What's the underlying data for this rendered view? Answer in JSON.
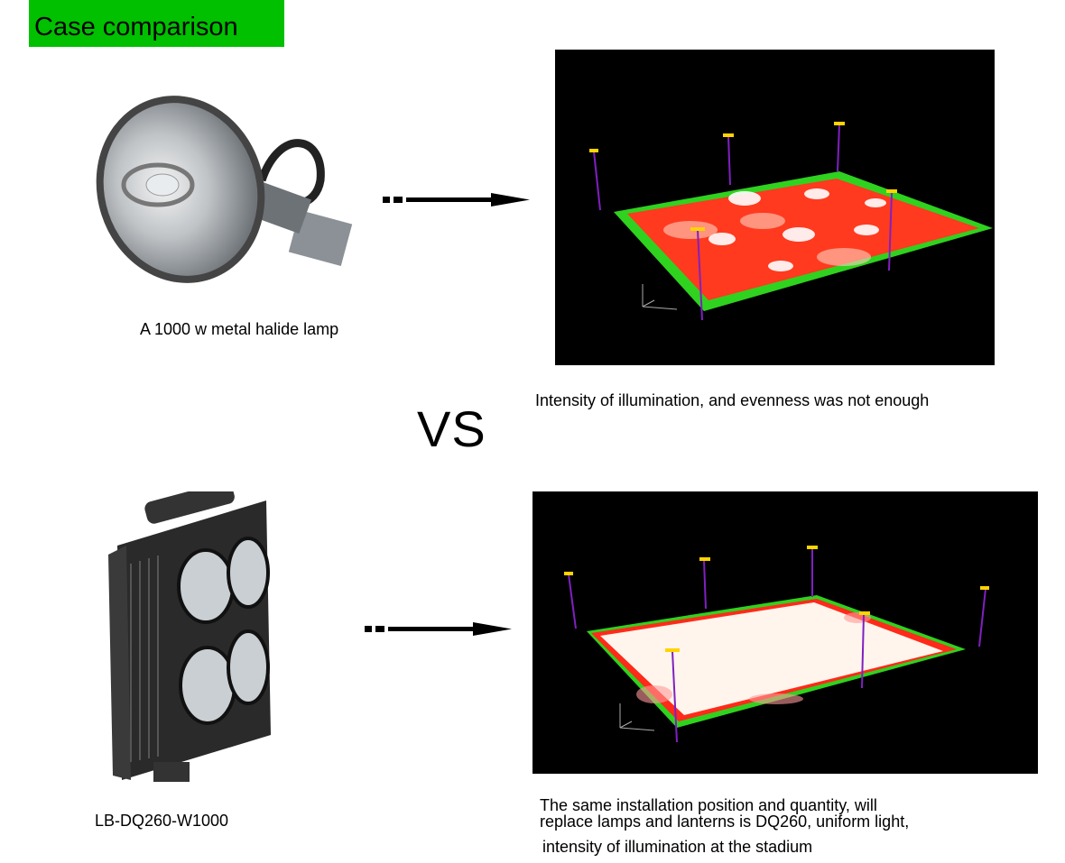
{
  "title": "Case comparison",
  "before": {
    "product_caption": "A 1000 w metal halide lamp",
    "result_caption": "Intensity of illumination, and evenness was not enough"
  },
  "vs_label": "VS",
  "after": {
    "product_caption": "LB-DQ260-W1000",
    "result_caption_lines": [
      "The same installation position and quantity, will",
      "replace lamps and lanterns is DQ260, uniform light,",
      "intensity of illumination at the stadium"
    ]
  },
  "colors": {
    "title_bg": "#00c000",
    "render_bg": "#000000"
  }
}
